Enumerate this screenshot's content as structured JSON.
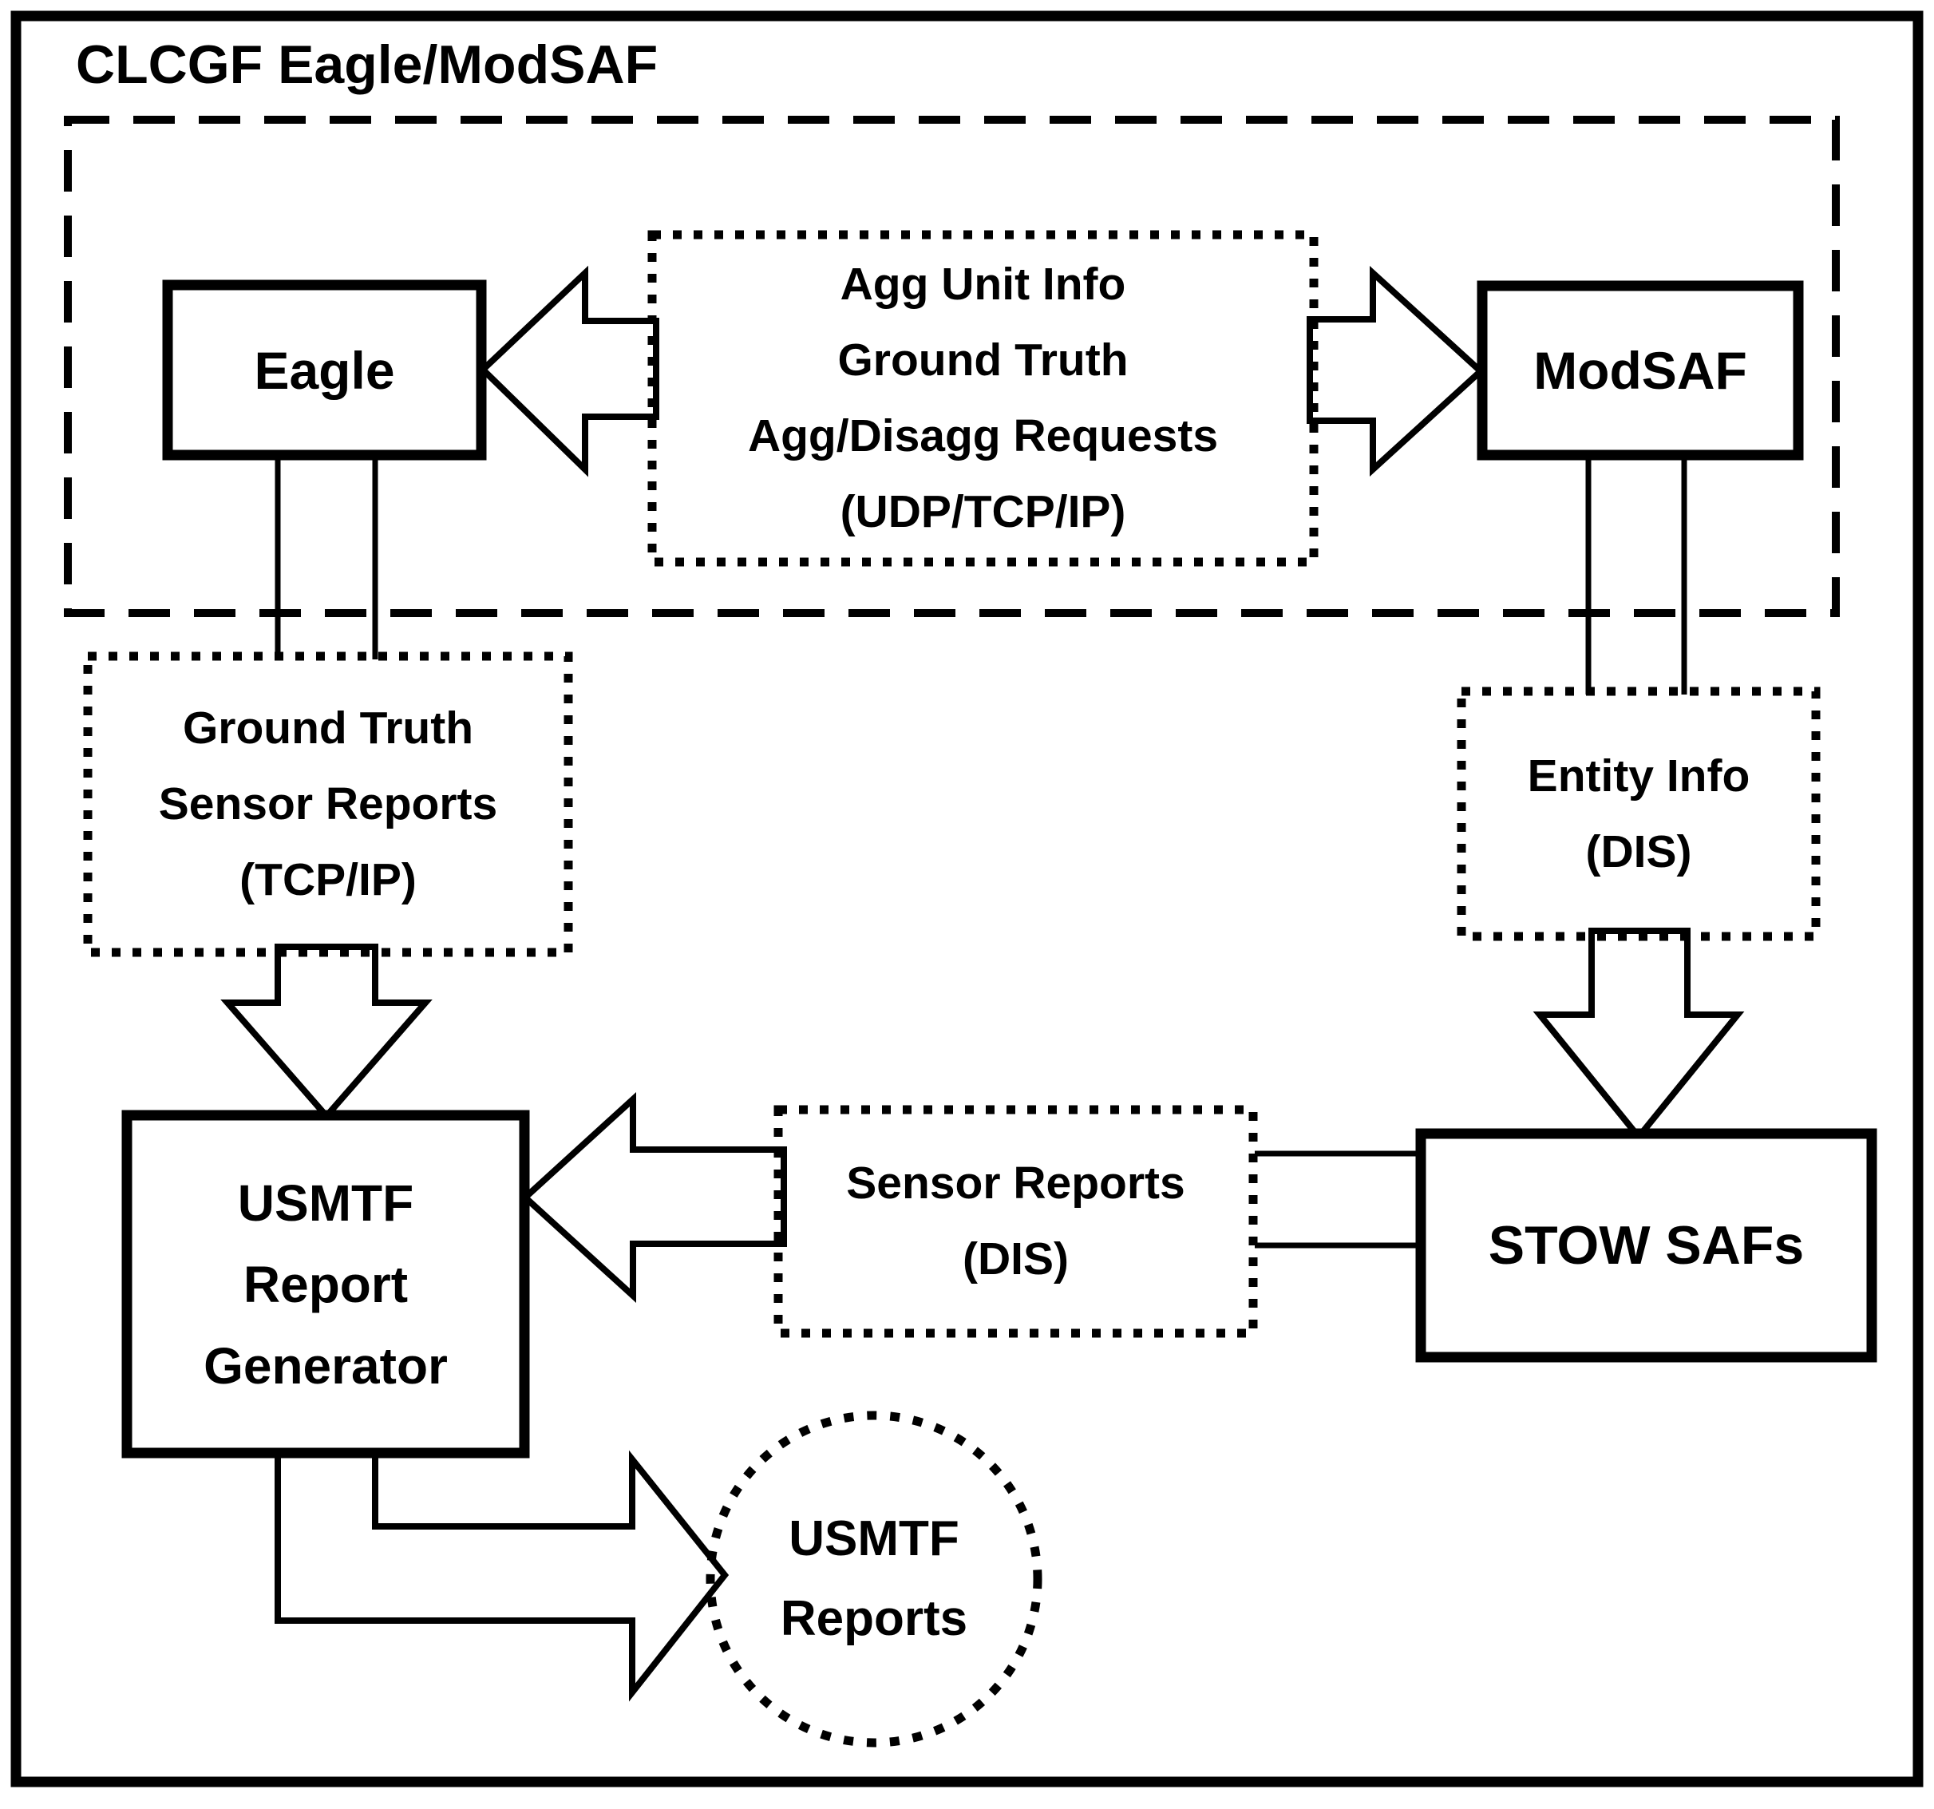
{
  "diagram": {
    "title": "CLCGF Eagle/ModSAF",
    "nodes": {
      "eagle": {
        "label": "Eagle"
      },
      "modsaf": {
        "label": "ModSAF"
      },
      "usmtf_generator": {
        "lines": [
          "USMTF",
          "Report",
          "Generator"
        ]
      },
      "stow_safs": {
        "label": "STOW SAFs"
      },
      "usmtf_reports": {
        "lines": [
          "USMTF",
          "Reports"
        ]
      }
    },
    "flows": {
      "agg_unit": {
        "lines": [
          "Agg Unit Info",
          "Ground Truth",
          "Agg/Disagg Requests",
          "(UDP/TCP/IP)"
        ]
      },
      "ground_truth": {
        "lines": [
          "Ground Truth",
          "Sensor Reports",
          "(TCP/IP)"
        ]
      },
      "entity_info": {
        "lines": [
          "Entity Info",
          "(DIS)"
        ]
      },
      "sensor_reports": {
        "lines": [
          "Sensor Reports",
          "(DIS)"
        ]
      }
    },
    "colors": {
      "ink": "#000000",
      "paper": "#ffffff"
    }
  }
}
